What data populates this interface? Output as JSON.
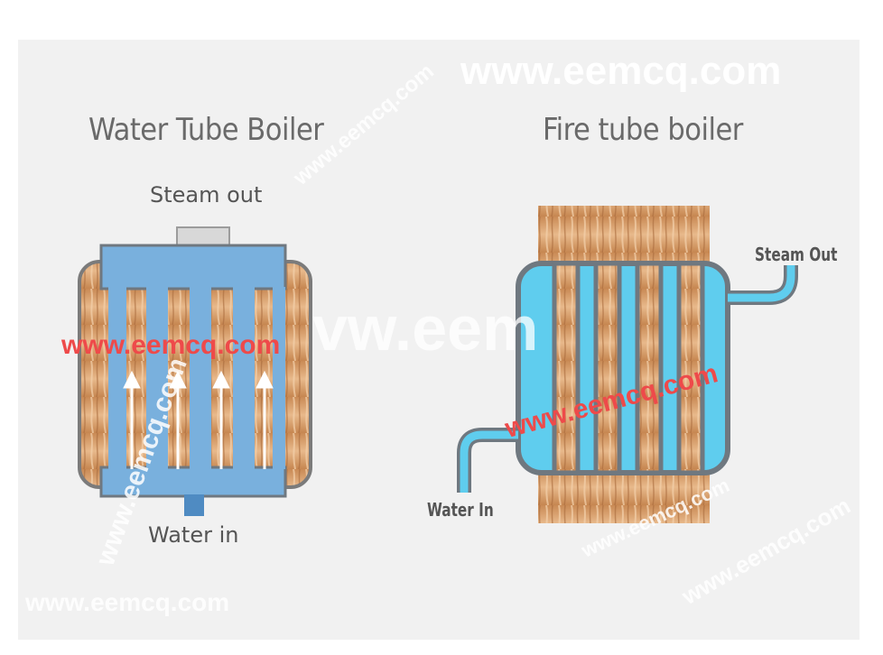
{
  "diagrams": {
    "water_tube": {
      "title": "Water Tube Boiler",
      "steam_label": "Steam out",
      "water_label": "Water in"
    },
    "fire_tube": {
      "title": "Fire tube boiler",
      "steam_label": "Steam Out",
      "water_label": "Water In"
    }
  },
  "watermarks": {
    "red_text": "www.eemcq.com",
    "white_text": "www.eemcq.com",
    "big_text": "vw.eem"
  },
  "colors": {
    "water_light": "#79b0dd",
    "water_dark": "#4f8bc2",
    "fire_water": "#5fcdee",
    "tube_outline": "#6f7880",
    "flame": "#d49a64",
    "background": "#f1f1f1",
    "watermark_red": "#ee4a4a"
  }
}
